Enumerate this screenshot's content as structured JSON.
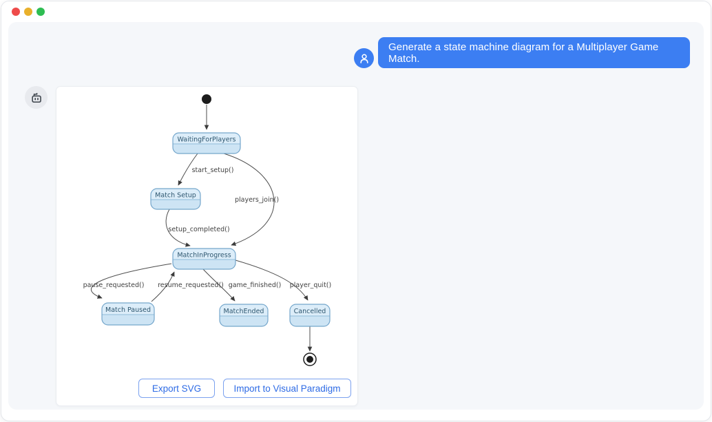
{
  "window": {
    "controls": {
      "close_color": "#ee4b4a",
      "minimize_color": "#e9b02c",
      "zoom_color": "#2ebd52"
    }
  },
  "chat": {
    "user_message": "Generate a state machine diagram for a Multiplayer Game Match."
  },
  "diagram": {
    "type": "state-machine",
    "pseudostates": [
      "initial",
      "final"
    ],
    "states": [
      {
        "label": "WaitingForPlayers"
      },
      {
        "label": "Match Setup"
      },
      {
        "label": "MatchInProgress"
      },
      {
        "label": "Match Paused"
      },
      {
        "label": "MatchEnded"
      },
      {
        "label": "Cancelled"
      }
    ],
    "transitions": [
      {
        "from": "initial",
        "to": "WaitingForPlayers",
        "label": ""
      },
      {
        "from": "WaitingForPlayers",
        "to": "Match Setup",
        "label": "start_setup()"
      },
      {
        "from": "WaitingForPlayers",
        "to": "MatchInProgress",
        "label": "players_join()"
      },
      {
        "from": "Match Setup",
        "to": "MatchInProgress",
        "label": "setup_completed()"
      },
      {
        "from": "MatchInProgress",
        "to": "Match Paused",
        "label": "pause_requested()"
      },
      {
        "from": "Match Paused",
        "to": "MatchInProgress",
        "label": "resume_requested()"
      },
      {
        "from": "MatchInProgress",
        "to": "MatchEnded",
        "label": "game_finished()"
      },
      {
        "from": "MatchInProgress",
        "to": "Cancelled",
        "label": "player_quit()"
      },
      {
        "from": "Cancelled",
        "to": "final",
        "label": ""
      }
    ],
    "buttons": {
      "export_svg": "Export SVG",
      "import_vp": "Import to Visual Paradigm"
    }
  },
  "colors": {
    "accent_blue": "#3c7ef2",
    "state_fill_title": "#dcedf9",
    "state_fill_body": "#cde4f4",
    "state_border": "#74a6cb",
    "state_text": "#2d566f",
    "edge_stroke": "#4c4c4c",
    "panel_bg": "#f5f7fa"
  }
}
